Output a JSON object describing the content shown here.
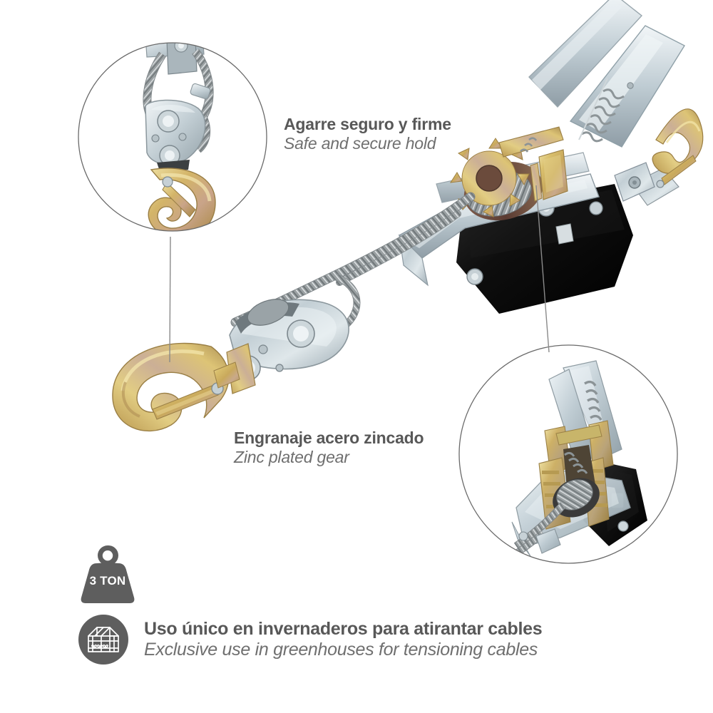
{
  "page": {
    "background_color": "#ffffff",
    "heading_color": "#585858",
    "subheading_color": "#6f6f6f",
    "icon_color": "#5e5e5e",
    "leader_line_color": "#8a8a8a",
    "circle_outline_color": "#6a6a6a"
  },
  "product": {
    "name": "cable-puller-winch",
    "metal_silver": "#c9d2d6",
    "zinc_yellow": "#d8c06a",
    "black_plate": "#111111",
    "cable_gray": "#b9bcbd"
  },
  "callouts": [
    {
      "id": "safe-hold",
      "title": "Agarre seguro y firme",
      "subtitle": "Safe and secure hold"
    },
    {
      "id": "zinc-gear",
      "title": "Engranaje acero zincado",
      "subtitle": "Zinc plated gear"
    }
  ],
  "features": {
    "weight_badge": {
      "icon": "weight-icon",
      "label": "3 TON"
    },
    "greenhouse": {
      "icon": "greenhouse-icon",
      "title": "Uso único en invernaderos para atirantar cables",
      "subtitle": "Exclusive use in greenhouses for tensioning cables"
    }
  },
  "magnifiers": [
    {
      "id": "hook-detail-circle",
      "subject": "pulley-block-and-hook"
    },
    {
      "id": "gear-detail-circle",
      "subject": "ratchet-gear-mechanism"
    }
  ]
}
